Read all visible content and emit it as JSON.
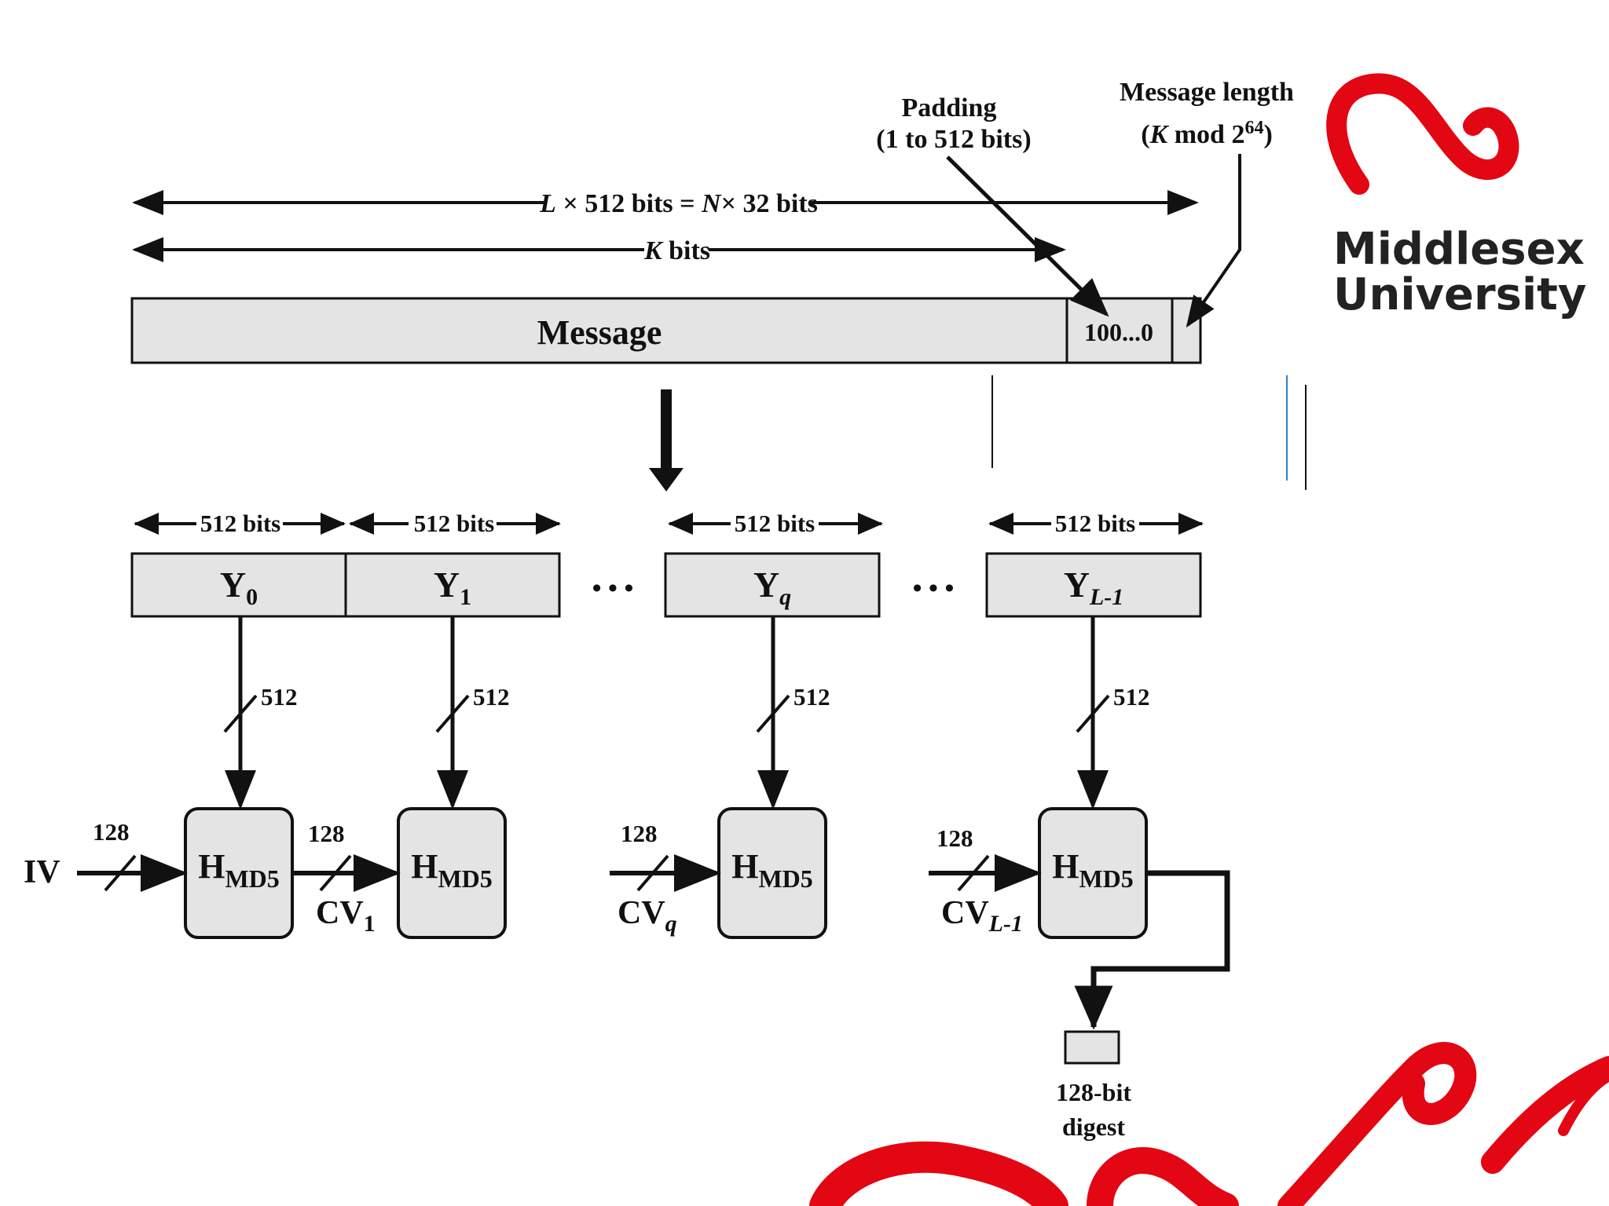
{
  "colors": {
    "box_fill": "#e4e4e4",
    "ink": "#111111",
    "brand_red": "#e30613",
    "guide_blue": "#2a7fd0"
  },
  "logo": {
    "line1": "Middlesex",
    "line2": "University"
  },
  "padding_label": {
    "line1": "Padding",
    "line2": "(1 to 512 bits)"
  },
  "length_label": {
    "line1": "Message length",
    "prefix": "(",
    "k": "K",
    "mid": " mod 2",
    "exp": "64",
    "suffix": ")"
  },
  "total_length": {
    "l": "L",
    "a": " × 512 bits = ",
    "n": "N",
    "b": "× 32 bits"
  },
  "k_bits": {
    "k": "K",
    "rest": " bits"
  },
  "message": {
    "label": "Message",
    "padding_bits": "100...0"
  },
  "block_width_label": "512 bits",
  "blocks": [
    {
      "main": "Y",
      "sub": "0",
      "sub_italic": false
    },
    {
      "main": "Y",
      "sub": "1",
      "sub_italic": false
    },
    {
      "main": "Y",
      "sub": "q",
      "sub_italic": true
    },
    {
      "main": "Y",
      "sub": "L-1",
      "sub_italic": true
    }
  ],
  "ellipsis": "• • •",
  "block_bus_width": "512",
  "chain_bus_width": "128",
  "hash": {
    "main": "H",
    "sub": "MD5"
  },
  "iv_label": "IV",
  "cv_labels": [
    {
      "main": "CV",
      "sub": "1",
      "sub_italic": false
    },
    {
      "main": "CV",
      "sub": "q",
      "sub_italic": true
    },
    {
      "main": "CV",
      "sub": "L-1",
      "sub_italic": true
    }
  ],
  "digest": {
    "line1": "128-bit",
    "line2": "digest"
  }
}
